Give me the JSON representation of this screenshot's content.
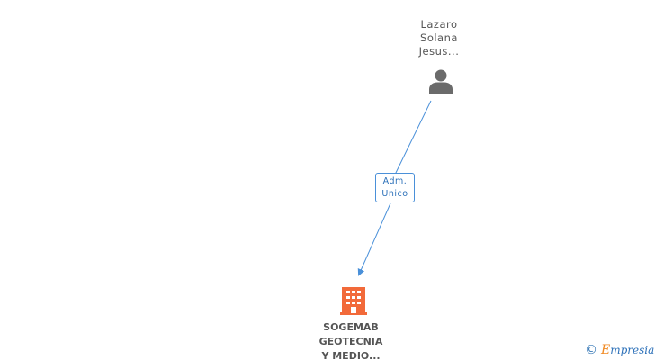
{
  "person": {
    "name_lines": [
      "Lazaro",
      "Solana",
      "Jesus..."
    ],
    "icon": "person-icon"
  },
  "relation": {
    "role_lines": [
      "Adm.",
      "Unico"
    ],
    "color": "#4a90d9"
  },
  "company": {
    "name_lines": [
      "SOGEMAB",
      "GEOTECNIA",
      "Y MEDIO..."
    ],
    "icon": "building-icon",
    "color": "#f26a3a"
  },
  "watermark": {
    "copyright_symbol": "©",
    "brand_first": "E",
    "brand_rest": "mpresia"
  }
}
